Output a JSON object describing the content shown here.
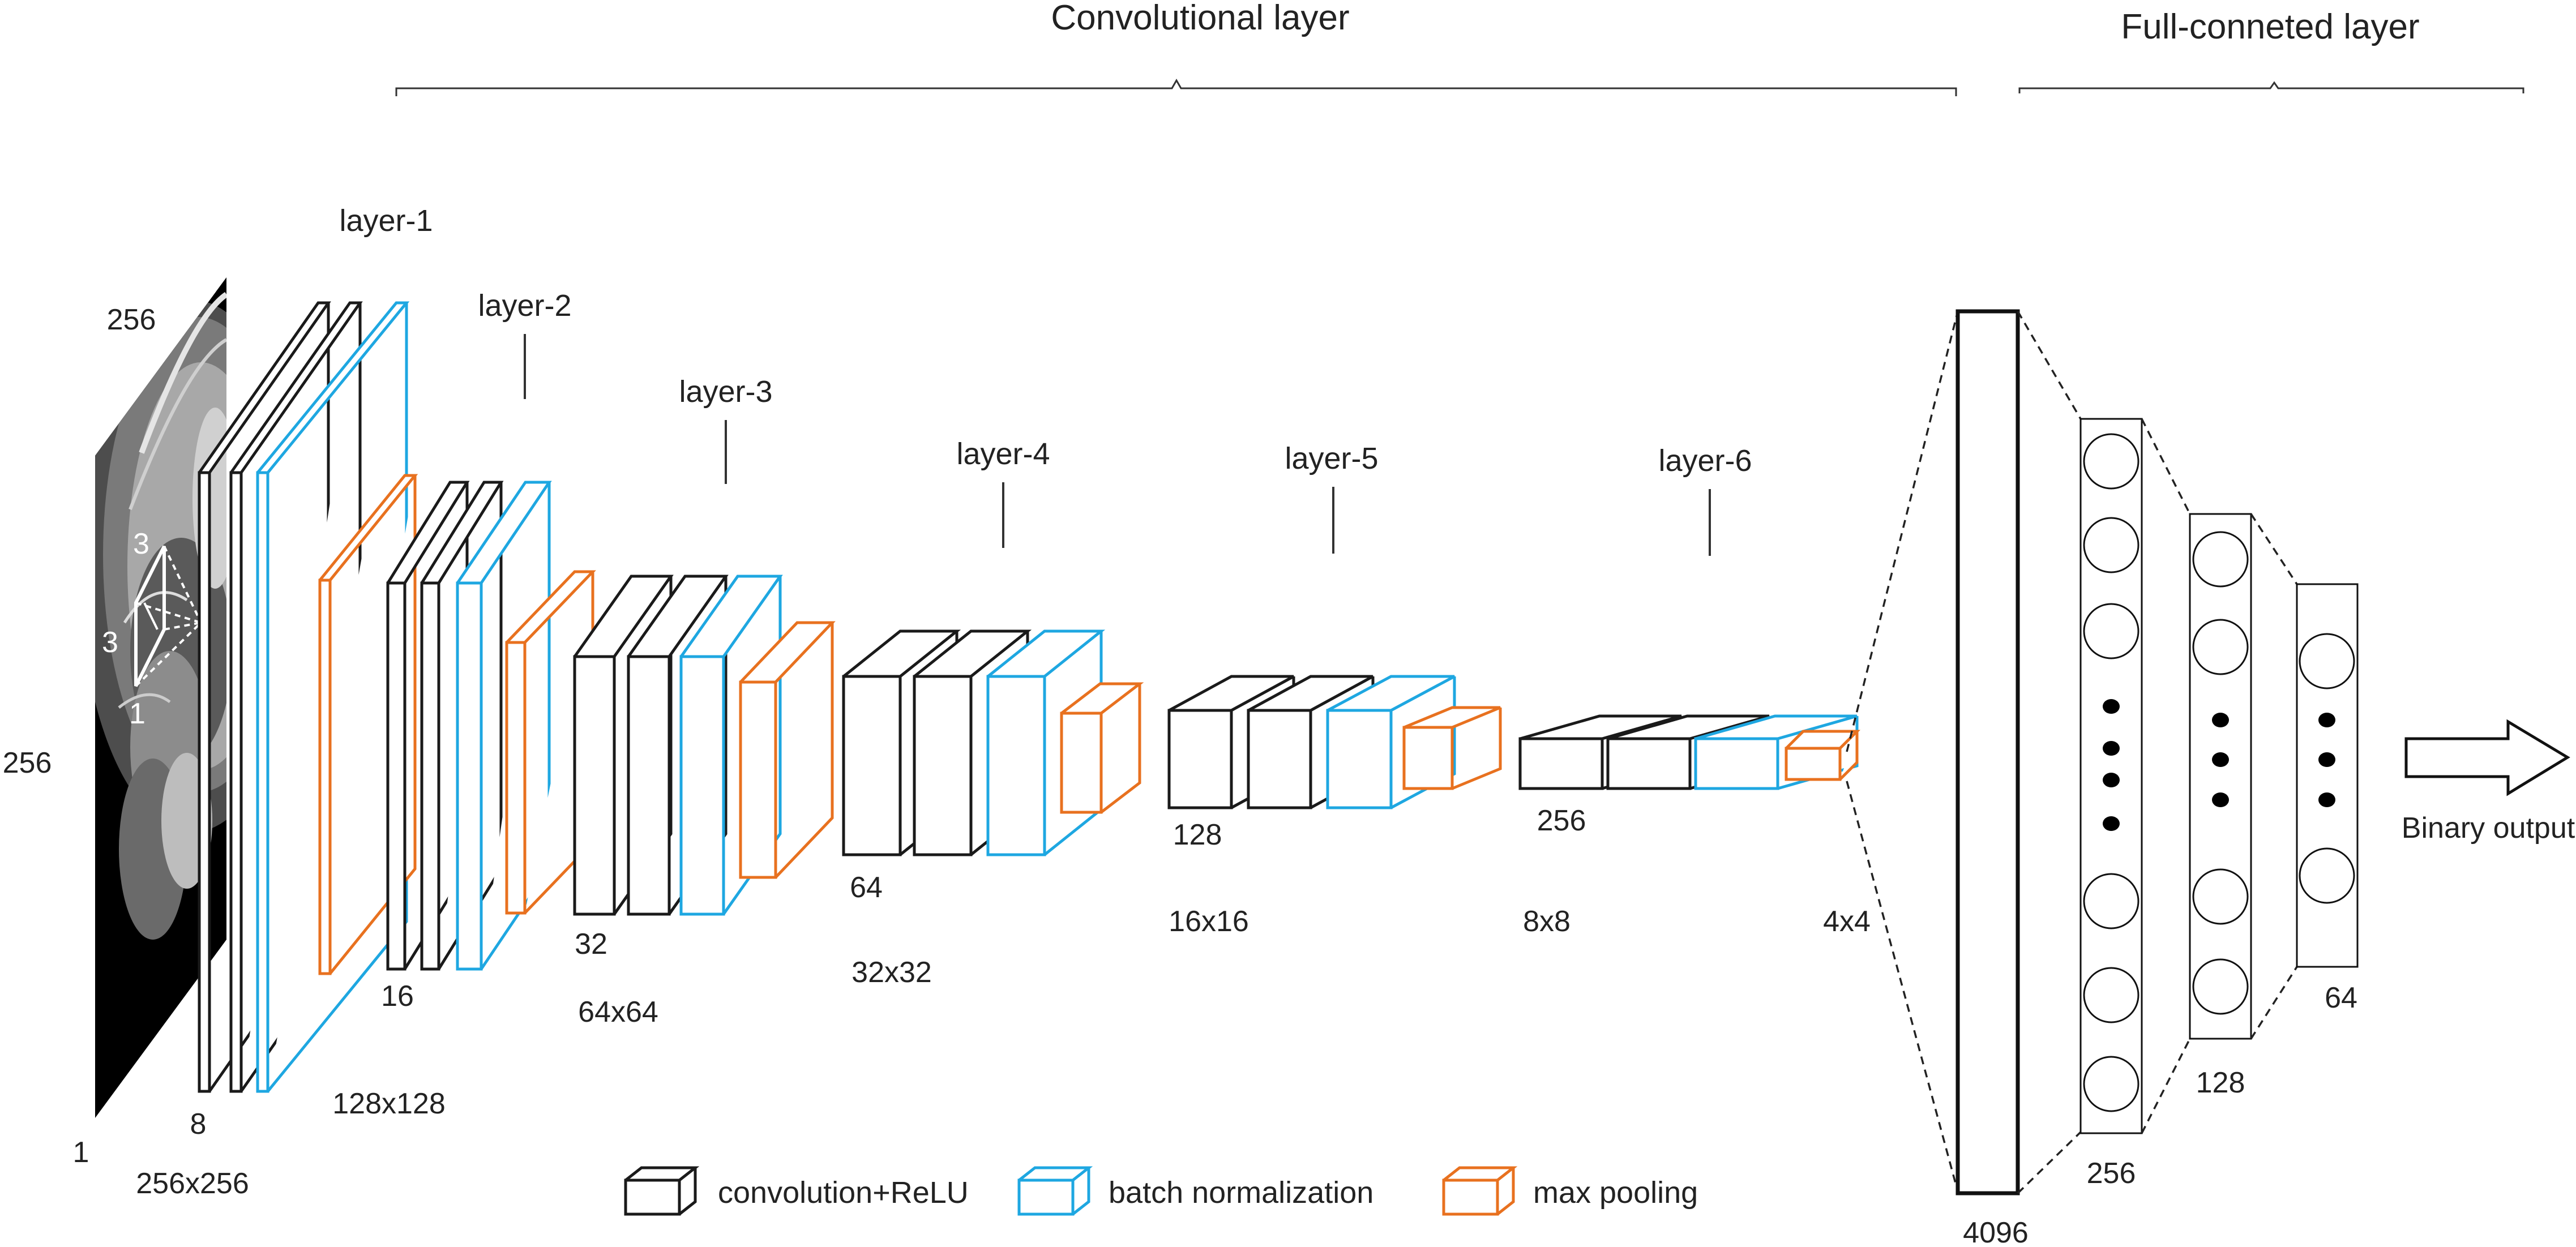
{
  "headings": {
    "conv": "Convolutional layer",
    "fc": "Full-conneted layer"
  },
  "layers": [
    "layer-1",
    "layer-2",
    "layer-3",
    "layer-4",
    "layer-5",
    "layer-6"
  ],
  "input": {
    "width": "256",
    "height": "256",
    "channels": "1",
    "size": "256x256",
    "kernel_h": "3",
    "kernel_w": "3",
    "kernel_d": "1"
  },
  "channels": [
    "8",
    "16",
    "32",
    "64",
    "128",
    "256"
  ],
  "sizes": [
    "128x128",
    "64x64",
    "32x32",
    "16x16",
    "8x8",
    "4x4"
  ],
  "fc": {
    "units": [
      "4096",
      "256",
      "128",
      "64"
    ],
    "output": "Binary output"
  },
  "legend": {
    "conv": "convolution+ReLU",
    "bn": "batch normalization",
    "pool": "max pooling"
  },
  "colors": {
    "conv": "#1a1a1a",
    "bn": "#1ea7e1",
    "pool": "#e8711f",
    "image_bg": "#000000"
  }
}
